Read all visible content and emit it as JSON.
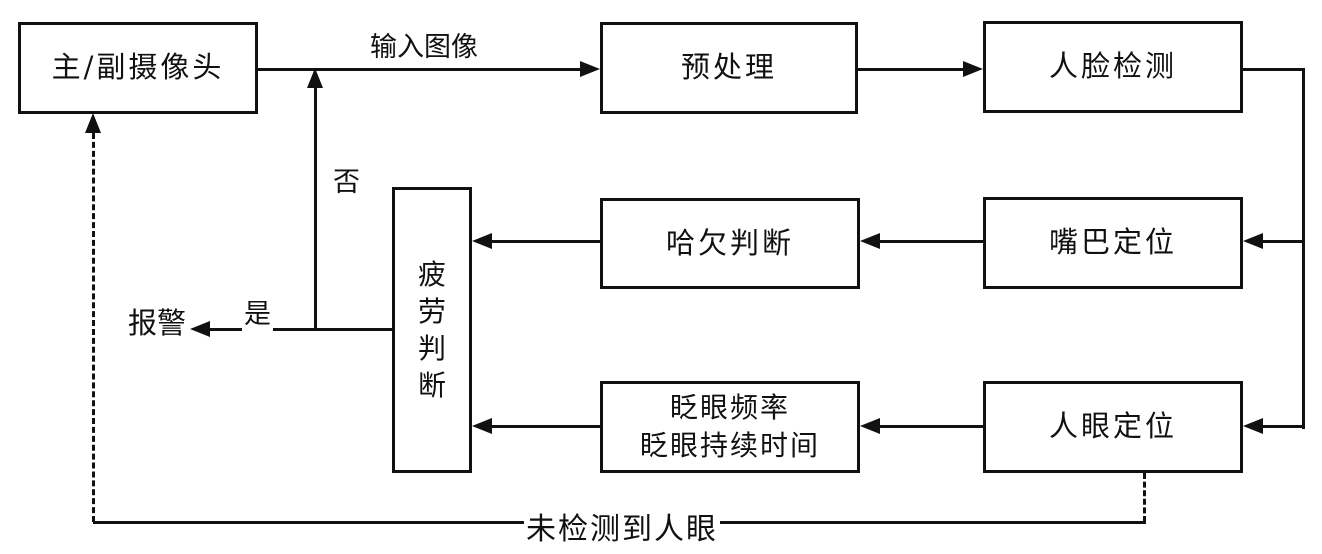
{
  "diagram": {
    "type": "flowchart",
    "title": "fatigue-detection-flowchart",
    "background_color": "#ffffff",
    "line_color": "#111111",
    "nodes": {
      "camera": "主/副摄像头",
      "preprocess": "预处理",
      "face_detect": "人脸检测",
      "mouth_locate": "嘴巴定位",
      "yawn_judge": "哈欠判断",
      "fatigue_judge": "疲劳判断",
      "blink_line1": "眨眼频率",
      "blink_line2": "眨眼持续时间",
      "eye_locate": "人眼定位"
    },
    "edge_labels": {
      "input_image": "输入图像",
      "no": "否",
      "yes": "是",
      "alarm": "报警",
      "no_eye_detected": "未检测到人眼"
    },
    "edges": [
      "camera -> preprocess (输入图像)",
      "preprocess -> face_detect",
      "face_detect -> mouth_locate",
      "face_detect -> eye_locate",
      "mouth_locate -> yawn_judge",
      "eye_locate -> blink",
      "yawn_judge -> fatigue_judge",
      "blink -> fatigue_judge",
      "fatigue_judge -> 报警 (是)",
      "fatigue_judge -> input line (否)",
      "eye_locate -> camera (未检测到人眼, dashed)"
    ]
  }
}
